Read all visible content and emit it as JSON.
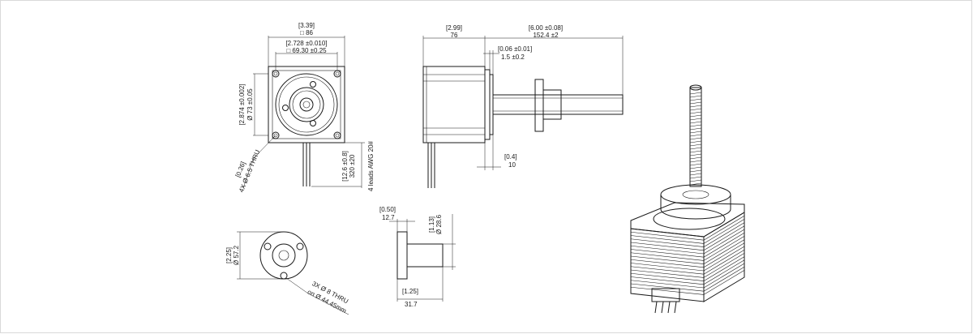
{
  "front_view": {
    "overall_in": "[3.39]",
    "overall_mm": "□ 86",
    "pilot_in": "[2.728 ±0.010]",
    "pilot_mm": "□ 69.30 ±0.25",
    "vertical_in": "[2.874 ±0.002]",
    "vertical_mm": "Ø 73 ±0.05",
    "hole_in": "[0.26]",
    "hole_callout": "4X Ø 6.5 THRU"
  },
  "side_view": {
    "body_in": "[2.99]",
    "body_mm": "76",
    "length_in": "[6.00 ±0.08]",
    "length_mm": "152.4 ±2",
    "boss_in": "[0.06 ±0.01]",
    "boss_mm": "1.5 ±0.2",
    "face_in": "[0.4]",
    "face_mm": "10",
    "lead_in": "[12.6 ±0.8]",
    "lead_mm": "320 ±20",
    "lead_note": "4 leads AWG 20#"
  },
  "nut_view": {
    "height_in": "[2.25]",
    "height_mm": "Ø 57.2",
    "hole_callout_1": "3X Ø 8 THRU",
    "hole_callout_2": "on Ø 44.45mm"
  },
  "nut_side": {
    "flange_in": "[0.50]",
    "flange_mm": "12.7",
    "dia_in": "[1.13]",
    "dia_mm": "Ø 28.6",
    "len_in": "[1.25]",
    "len_mm": "31.7"
  }
}
